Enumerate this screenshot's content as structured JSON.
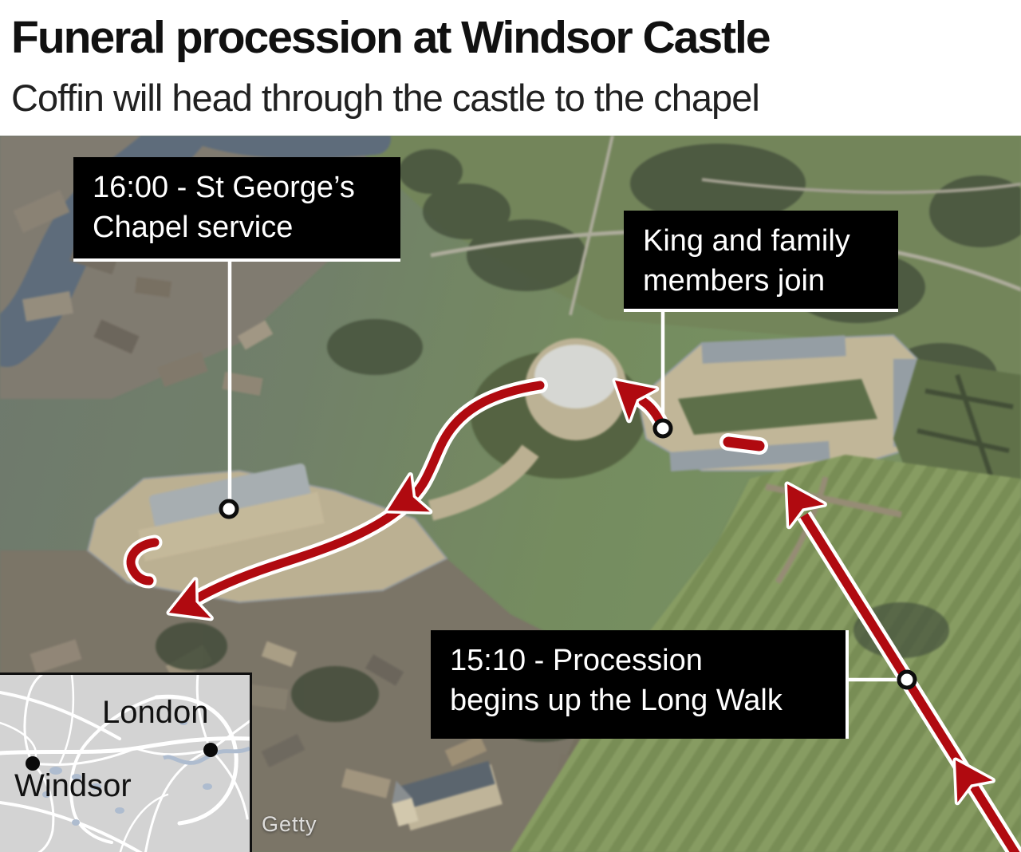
{
  "header": {
    "title": "Funeral procession at Windsor Castle",
    "subtitle": "Coffin will head through the castle to the chapel"
  },
  "photo": {
    "labels": {
      "chapel": "16:00 - St George’s\nChapel service",
      "king": "King and family\nmembers join",
      "long_walk": "15:10 - Procession\nbegins up the Long Walk"
    },
    "credit": "Getty"
  },
  "inset_map": {
    "london": "London",
    "windsor": "Windsor"
  },
  "colors": {
    "route_red": "#b00a10",
    "route_casing": "#ffffff",
    "label_bg": "#000000",
    "label_text": "#ffffff",
    "map_bg": "#d3d3d3",
    "marker_fill": "#ffffff",
    "marker_ring": "#0d0d0d"
  }
}
